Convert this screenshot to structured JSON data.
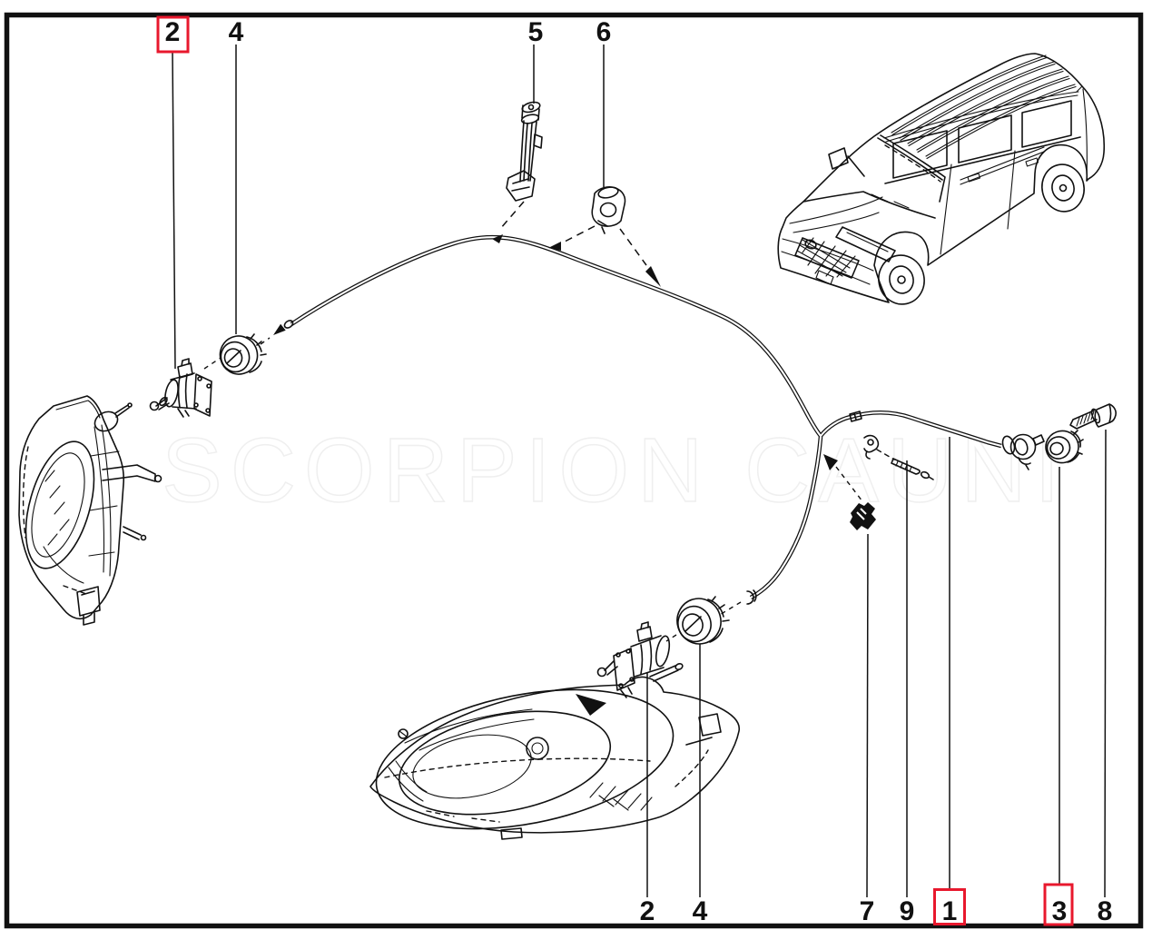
{
  "diagram": {
    "watermark": "SCORPION CAUNI",
    "colors": {
      "line": "#111111",
      "callout_box": "#e8182d",
      "background": "#ffffff"
    },
    "callouts": {
      "top": [
        {
          "label": "2",
          "boxed": true
        },
        {
          "label": "4",
          "boxed": false
        },
        {
          "label": "5",
          "boxed": false
        },
        {
          "label": "6",
          "boxed": false
        }
      ],
      "bottom": [
        {
          "label": "2",
          "boxed": false
        },
        {
          "label": "4",
          "boxed": false
        },
        {
          "label": "7",
          "boxed": false
        },
        {
          "label": "9",
          "boxed": false
        },
        {
          "label": "1",
          "boxed": true
        },
        {
          "label": "3",
          "boxed": true
        },
        {
          "label": "8",
          "boxed": false
        }
      ]
    }
  }
}
